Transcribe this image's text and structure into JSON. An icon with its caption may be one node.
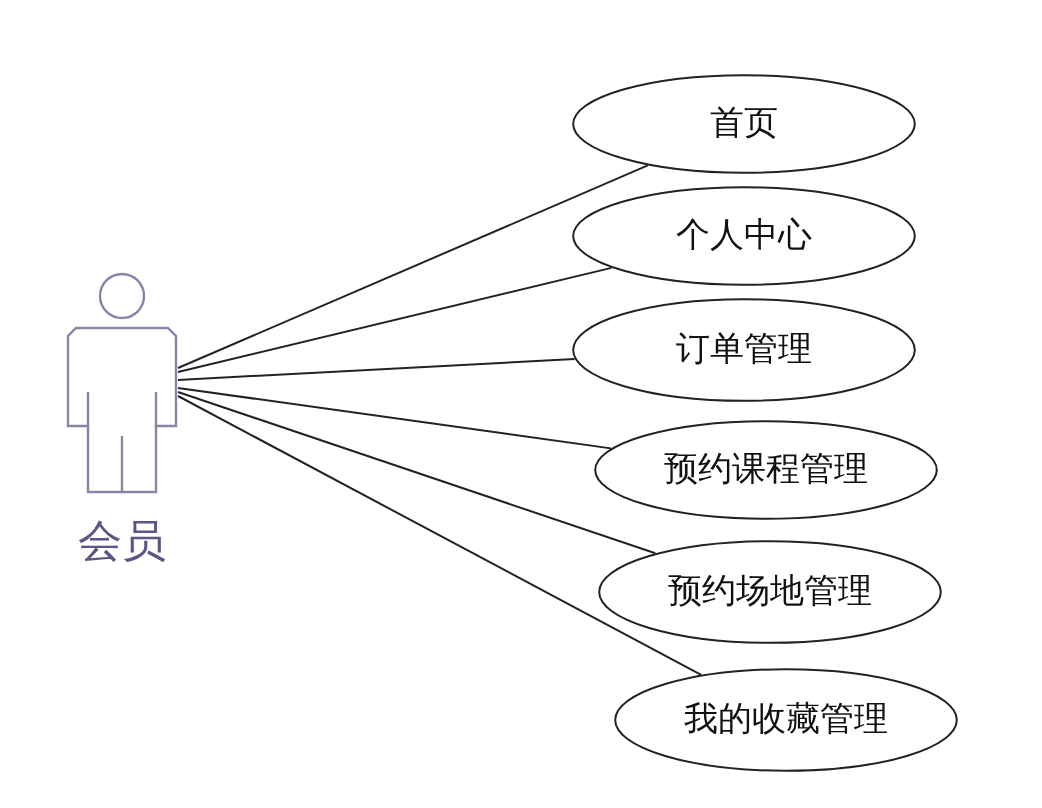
{
  "diagram": {
    "nodes": [
      {
        "text": [
          "会员"
        ]
      },
      {
        "text": [
          "首页"
        ]
      },
      {
        "text": [
          "个人中心"
        ]
      },
      {
        "text": [
          "订单管理"
        ]
      },
      {
        "text": [
          "预约课程管理"
        ]
      },
      {
        "text": [
          "预约场地管理"
        ]
      },
      {
        "text": [
          "我的收藏管理"
        ]
      }
    ],
    "edges": [
      {
        "from": 0,
        "to": 1,
        "arrow": "none"
      },
      {
        "from": 0,
        "to": 2,
        "arrow": "none"
      },
      {
        "from": 0,
        "to": 3,
        "arrow": "none"
      },
      {
        "from": 0,
        "to": 4,
        "arrow": "none"
      },
      {
        "from": 0,
        "to": 5,
        "arrow": "none"
      },
      {
        "from": 0,
        "to": 6,
        "arrow": "none"
      }
    ]
  }
}
